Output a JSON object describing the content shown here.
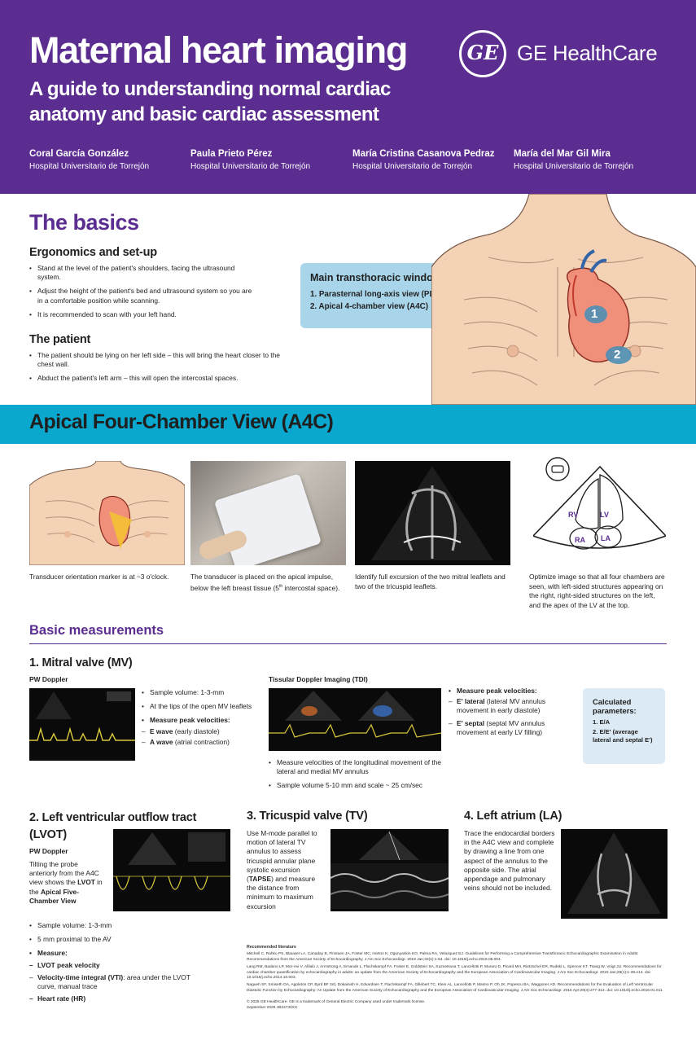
{
  "header": {
    "title": "Maternal heart imaging",
    "subtitle": "A guide to understanding normal cardiac anatomy and basic cardiac assessment",
    "logo_text": "GE",
    "brand": "GE HealthCare",
    "authors": [
      {
        "name": "Coral García González",
        "affiliation": "Hospital Universitario de Torrejón"
      },
      {
        "name": "Paula Prieto Pérez",
        "affiliation": "Hospital Universitario de Torrejón"
      },
      {
        "name": "María Cristina Casanova Pedraz",
        "affiliation": "Hospital Universitario de Torrejón"
      },
      {
        "name": "María del Mar Gil Mira",
        "affiliation": "Hospital Universitario de Torrejón"
      }
    ]
  },
  "basics": {
    "title": "The basics",
    "ergonomics_title": "Ergonomics and set-up",
    "ergonomics": [
      "Stand at the level of the patient's shoulders, facing the ultrasound system.",
      "Adjust the height of the patient's bed and ultrasound system so you are in a comfortable position while scanning.",
      "It is recommended to scan with your left hand."
    ],
    "patient_title": "The patient",
    "patient": [
      "The patient should be lying on her left side – this will bring the heart closer to the chest wall.",
      "Abduct the patient's left arm – this will open the intercostal spaces."
    ],
    "windows_title": "Main transthoracic windows:",
    "windows": [
      "1. Parasternal long-axis view (PLAX)",
      "2. Apical 4-chamber view (A4C)"
    ],
    "marker1": "1",
    "marker2": "2"
  },
  "a4c": {
    "title": "Apical Four-Chamber View (A4C)",
    "cap1": "Transducer orientation marker is at ~3 o'clock.",
    "cap2_a": "The transducer is placed on the apical impulse, below the left breast tissue (5",
    "cap2_sup": "th",
    "cap2_b": " intercostal space).",
    "cap3": "Identify full excursion of the two mitral leaflets and two of the tricuspid leaflets.",
    "cap4": "Optimize image so that all four chambers are seen, with left-sided structures appearing on the right, right-sided structures on the left, and the apex of the LV at the top.",
    "chambers": {
      "rv": "RV",
      "lv": "LV",
      "ra": "RA",
      "la": "LA"
    }
  },
  "measurements": {
    "title": "Basic measurements",
    "mv": {
      "title": "1. Mitral valve (MV)",
      "pw_label": "PW Doppler",
      "pw_1": "Sample volume: 1-3-mm",
      "pw_2": "At the tips of the open MV leaflets",
      "pw_3": "Measure peak velocities:",
      "pw_e_b": "E wave",
      "pw_e": " (early diastole)",
      "pw_a_b": "A wave",
      "pw_a": " (atrial contraction)",
      "tdi_label": "Tissular Doppler Imaging (TDI)",
      "tdi_1": "Measure  velocities of the longitudinal movement of the lateral and medial MV annulus",
      "tdi_2": "Sample volume 5-10 mm and scale ~ 25 cm/sec",
      "peak_title": "Measure peak velocities:",
      "peak_lat_b": "E' lateral",
      "peak_lat": " (lateral MV annulus movement in early diastole)",
      "peak_sep_b": "E' septal",
      "peak_sep": " (septal MV annulus movement at early LV filling)",
      "calc_title": "Calculated parameters:",
      "calc_1": "1. E/A",
      "calc_2": "2. E/E' (average lateral and septal E')"
    },
    "lvot": {
      "title": "2. Left ventricular outflow tract (LVOT)",
      "pw_label": "PW Doppler",
      "desc_a": "Tilting the probe anteriorly from the A4C view shows the ",
      "desc_b1": "LVOT",
      "desc_mid": " in the ",
      "desc_b2": "Apical Five-Chamber View",
      "b1": "Sample volume: 1-3-mm",
      "b2": "5 mm proximal to the AV",
      "b3": "Measure:",
      "s1": "LVOT peak velocity",
      "s2_b": "Velocity-time integral (VTI)",
      "s2": ": area under the LVOT curve, manual trace",
      "s3": "Heart rate (HR)"
    },
    "tv": {
      "title": "3. Tricuspid valve (TV)",
      "desc_a": "Use M-mode parallel to motion of lateral TV annulus to assess tricuspid annular plane systolic excursion (",
      "desc_b": "TAPSE",
      "desc_c": ") and measure the distance from minimum to maximum excursion"
    },
    "la": {
      "title": "4. Left atrium (LA)",
      "desc": "Trace the endocardial borders in the A4C view and complete by drawing a line from one aspect of the annulus to the opposite side. The atrial appendage and pulmonary veins should not be included."
    }
  },
  "references": {
    "title": "Recommended literature",
    "r1": "Mitchell C, Rahko PS, Blauwet LA, Canaday B, Finstuen JA, Foster MC, Horton K, Ogunyankin KO, Palma RA, Velazquez EJ. Guidelines for Performing a Comprehensive Transthoracic Echocardiographic Examination in Adults: Recommendations from the American Society of Echocardiography. J Am Soc Echocardiogr. 2019 Jan;32(1):1-64. doi: 10.1016/j.echo.2018.06.004.",
    "r2": "Lang RM, Badano LP, Mor-Avi V, Afilalo J, Armstrong A, Ernande L, Flachskampf FA, Foster E, Goldstein SA, Kuznetsova T, Lancellotti P, Muraru D, Picard MH, Rietzschel ER, Rudski L, Spencer KT, Tsang W, Voigt JU. Recommendations for cardiac chamber quantification by echocardiography in adults: an update from the American Society of Echocardiography and the European Association of Cardiovascular Imaging. J Am Soc Echocardiogr. 2015 Jan;28(1):1-39.e14. doi: 10.1016/j.echo.2014.10.003.",
    "r3": "Nagueh SF, Smiseth OA, Appleton CP, Byrd BF 3rd, Dokainish H, Edvardsen T, Flachskampf FA, Gillebert TC, Klein AL, Lancellotti P, Marino P, Oh JK, Popescu BA, Waggoner AD. Recommendations for the Evaluation of Left Ventricular Diastolic Function by Echocardiography: An Update from the American Society of Echocardiography and the European Association of Cardiovascular Imaging. J Am Soc Echocardiogr. 2016 Apr;29(4):277-314. doi: 10.1016/j.echo.2016.01.011.",
    "copyright": "© 2025 GE HealthCare. GE is a trademark of General Electric Company used under trademark license.",
    "date": "September 2025  JB34740XX"
  }
}
